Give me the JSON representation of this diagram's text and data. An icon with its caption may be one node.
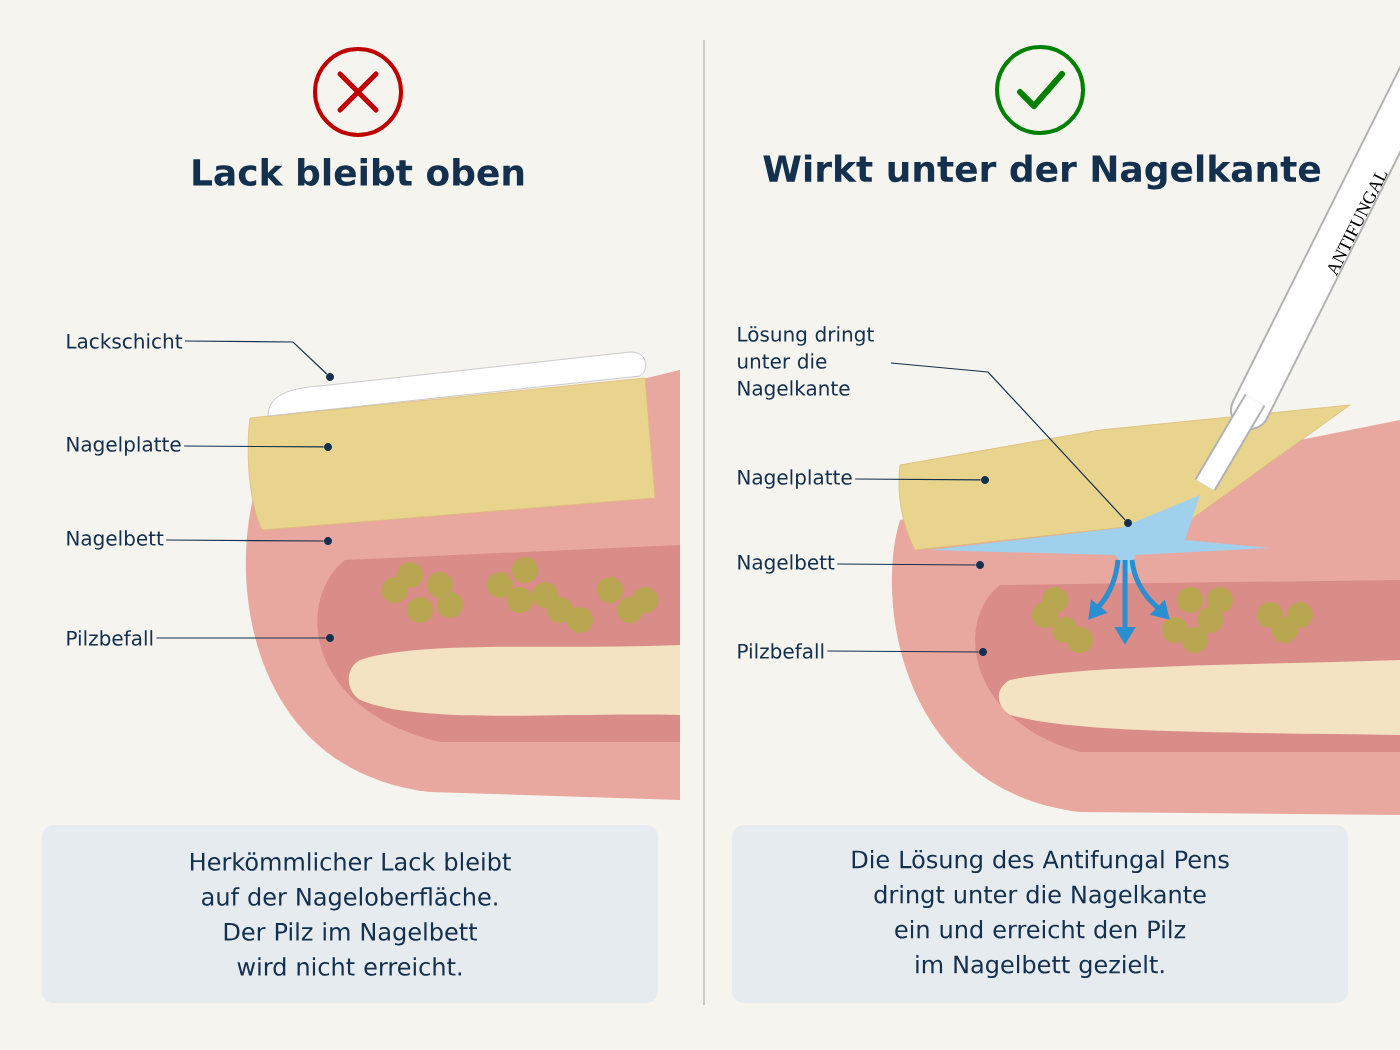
{
  "diagram": {
    "nodes": [
      {
        "text": [
          "Lackschicht"
        ]
      },
      {
        "text": [],
        "shape": "circle"
      },
      {
        "text": [
          "Nagelplatte"
        ]
      },
      {
        "text": [],
        "shape": "circle"
      },
      {
        "text": [
          "Nagelbett"
        ]
      },
      {
        "text": [],
        "shape": "circle"
      },
      {
        "text": [
          "Pilzbefall"
        ]
      },
      {
        "text": [],
        "shape": "circle"
      },
      {
        "text": [
          "Lösung dringt unter die Nagelkante"
        ]
      },
      {
        "text": [],
        "shape": "circle"
      },
      {
        "text": [
          "Nagelplatte"
        ]
      },
      {
        "text": [],
        "shape": "circle"
      },
      {
        "text": [
          "Nagelbett"
        ]
      },
      {
        "text": [],
        "shape": "circle"
      },
      {
        "text": [
          "Pilzbefall"
        ]
      },
      {
        "text": [],
        "shape": "circle"
      },
      {
        "text": [
          "Herkömmlicher Lack bleibt auf der Nageloberfläche. Der Pilz im Nagelbett wird nicht erreicht."
        ]
      },
      {
        "text": [
          "Die Lösung des Antifungal Pens dringt unter die Nagelkante ein und erreicht den Pilz im Nagelbett gezielt."
        ]
      }
    ],
    "edges": [
      {
        "from": 0,
        "to": 1,
        "arrow": "none"
      },
      {
        "from": 2,
        "to": 3,
        "arrow": "none"
      },
      {
        "from": 4,
        "to": 5,
        "arrow": "none"
      },
      {
        "from": 6,
        "to": 7,
        "arrow": "none"
      },
      {
        "from": 8,
        "to": 9,
        "arrow": "none"
      },
      {
        "from": 10,
        "to": 11,
        "arrow": "none"
      },
      {
        "from": 12,
        "to": 13,
        "arrow": "none"
      },
      {
        "from": 14,
        "to": 15,
        "arrow": "none"
      }
    ],
    "labels": [
      "Lack bleibt oben",
      "Wirkt unter der Nagelkante",
      "ANTIFUNGAL"
    ]
  }
}
